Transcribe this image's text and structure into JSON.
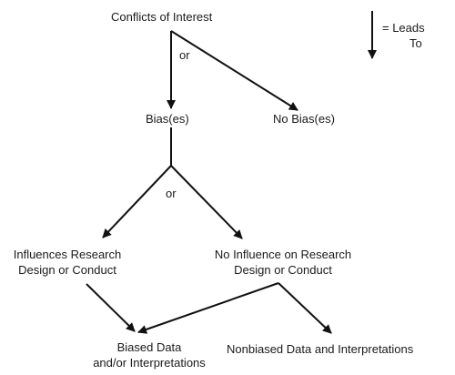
{
  "nodes": {
    "conflicts": "Conflicts of Interest",
    "bias": "Bias(es)",
    "no_bias": "No Bias(es)",
    "influences_line1": "Influences Research",
    "influences_line2": "Design or Conduct",
    "no_influence_line1": "No Influence on Research",
    "no_influence_line2": "Design or Conduct",
    "biased_line1": "Biased Data",
    "biased_line2": "and/or Interpretations",
    "nonbiased": "Nonbiased Data and Interpretations"
  },
  "connectors": {
    "or_top": "or",
    "or_middle": "or"
  },
  "legend": {
    "line1": "= Leads",
    "line2": "To"
  }
}
